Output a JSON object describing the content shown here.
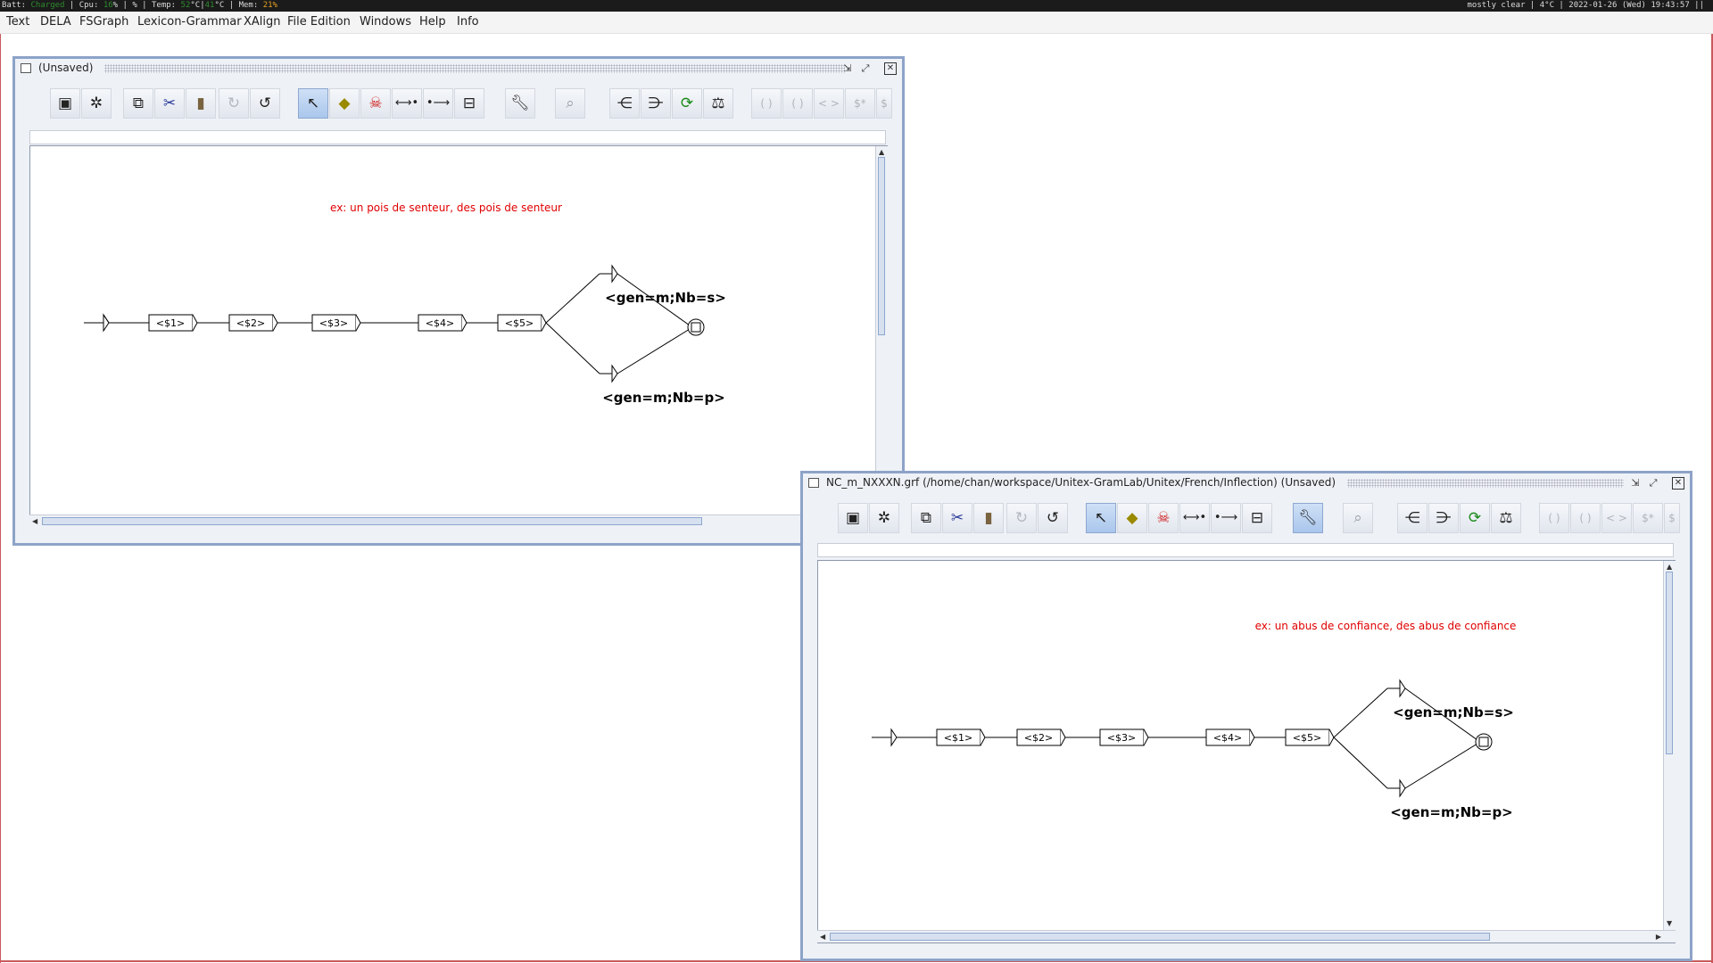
{
  "statusbar": {
    "batt_label": "Batt:",
    "batt_value": "Charged",
    "cpu_label": "| Cpu:",
    "cpu_value": "16",
    "cpu_unit": "% | %",
    "temp_label": "| Temp:",
    "temp_value": "52",
    "temp_unit": "°C|",
    "temp2_value": "41",
    "temp2_unit": "°C | Mem:",
    "mem_value": "21%",
    "right_text": "mostly clear | 4°C | 2022-01-26 (Wed) 19:43:57 ||"
  },
  "menubar": {
    "items": [
      "Text",
      "DELA",
      "FSGraph",
      "Lexicon-Grammar",
      "XAlign",
      "File Edition",
      "Windows",
      "Help",
      "Info"
    ]
  },
  "colors": {
    "accent": "#8da3c8",
    "comment_red": "#e00000"
  },
  "window1": {
    "title": "(Unsaved)",
    "comment": "ex: un pois de senteur, des pois de senteur",
    "boxes": [
      "<$1>",
      "<$2>",
      "<$3>",
      "<$4>",
      "<$5>"
    ],
    "output_top": "<gen=m;Nb=s>",
    "output_bottom": "<gen=m;Nb=p>"
  },
  "window2": {
    "title": "NC_m_NXXXN.grf (/home/chan/workspace/Unitex-GramLab/Unitex/French/Inflection) (Unsaved)",
    "comment": "ex: un abus de confiance, des abus de confiance",
    "boxes": [
      "<$1>",
      "<$2>",
      "<$3>",
      "<$4>",
      "<$5>"
    ],
    "output_top": "<gen=m;Nb=s>",
    "output_bottom": "<gen=m;Nb=p>"
  },
  "toolbar": {
    "icons": [
      "save-icon",
      "compile-gear-icon",
      "copy-icon",
      "cut-icon",
      "paste-icon",
      "redo-icon",
      "undo-icon",
      "select-pointer-icon",
      "create-box-icon",
      "kill-box-icon",
      "link-boxes-icon",
      "link-reverse-icon",
      "open-box-icon",
      "configure-wrench-icon",
      "zoom-icon",
      "align-left-icon",
      "align-right-icon",
      "refresh-icon",
      "balance-icon"
    ],
    "disabled_labels": [
      "( )",
      "( )",
      "< >",
      "$*",
      "$"
    ]
  }
}
